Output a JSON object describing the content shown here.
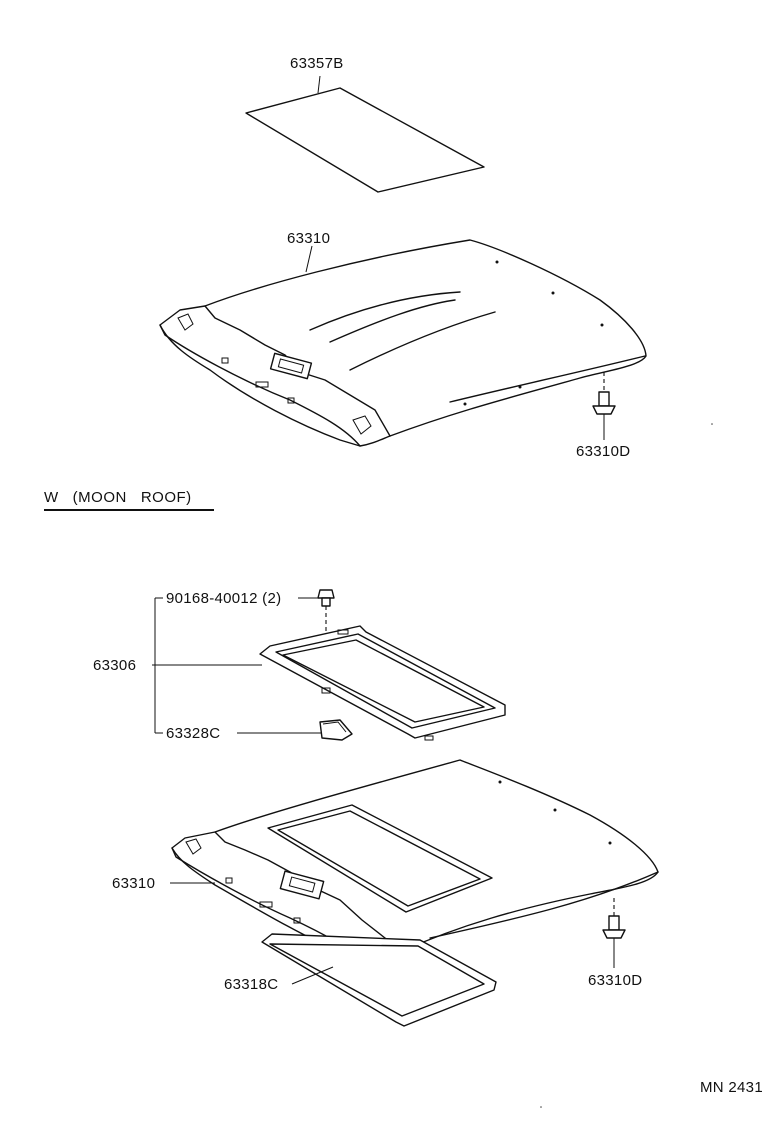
{
  "section_title": "W   (MOON   ROOF)",
  "parts": {
    "p63357B": "63357B",
    "p63310_upper": "63310",
    "p63310D_upper": "63310D",
    "p90168": "90168-40012 (2)",
    "p63306": "63306",
    "p63328C": "63328C",
    "p63310_lower": "63310",
    "p63318C": "63318C",
    "p63310D_lower": "63310D"
  },
  "figure_code": "MN 2431"
}
